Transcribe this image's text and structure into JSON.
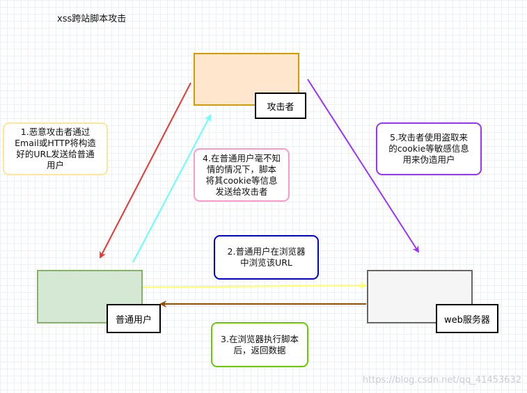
{
  "title": "xss跨站脚本攻击",
  "nodes": {
    "attacker": {
      "label": "攻击者",
      "fill": "#ffe6cc",
      "border": "#d79b00"
    },
    "user": {
      "label": "普通用户",
      "fill": "#d5e8d4",
      "border": "#82b366"
    },
    "server": {
      "label": "web服务器",
      "fill": "#f5f5f5",
      "border": "#666666"
    }
  },
  "notes": {
    "step1": {
      "lines": [
        "1.恶意攻击者通过",
        "Email或HTTP将构造",
        "好的URL发送给普通",
        "用户"
      ],
      "border": "#ffe599"
    },
    "step2": {
      "lines": [
        "2.普通用户在浏览器",
        "中浏览该URL"
      ],
      "border": "#0000dd"
    },
    "step3": {
      "lines": [
        "3.在浏览器执行脚本",
        "后，返回数据"
      ],
      "border": "#66cc00"
    },
    "step4": {
      "lines": [
        "4.在普通用户毫不知",
        "情的情况下，脚本",
        "将其cookie等信息",
        "发送给攻击者"
      ],
      "border": "#ff99cc"
    },
    "step5": {
      "lines": [
        "5.攻击者使用盗取来",
        "的cookie等敏感信息",
        "用来伪造用户"
      ],
      "border": "#9933ff"
    }
  },
  "arrow_colors": {
    "attacker_to_user": "#ee3333",
    "user_to_attacker": "#66ffff",
    "attacker_to_server": "#9933ff",
    "user_to_server": "#ffff66",
    "server_to_user": "#994c00"
  },
  "watermark": "https://blog.csdn.net/qq_41453632"
}
